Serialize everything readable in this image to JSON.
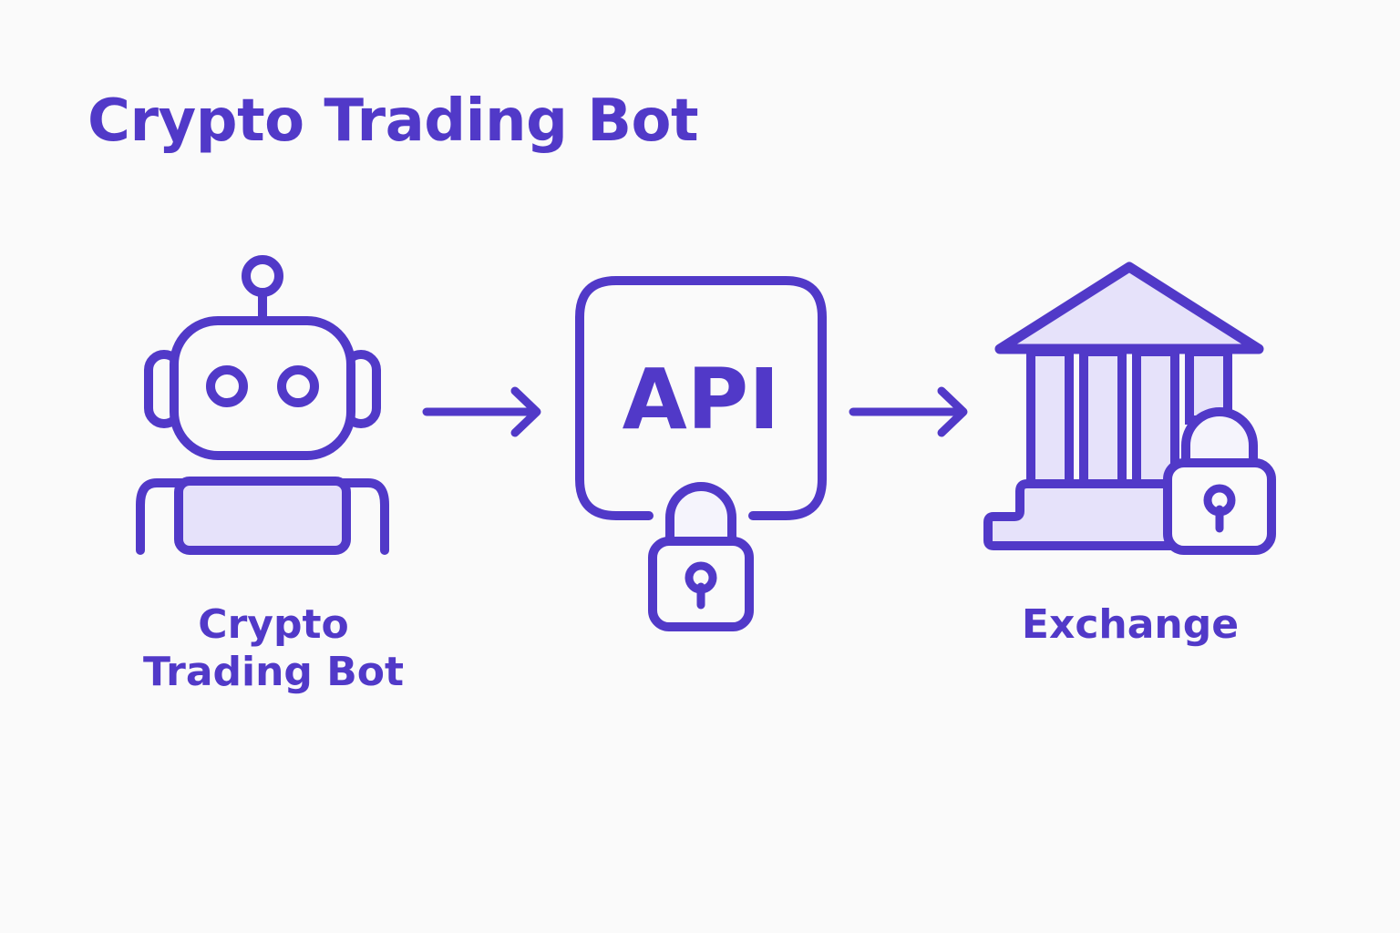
{
  "page": {
    "title": "Crypto Trading Bot",
    "background_color": "#fafafa"
  },
  "colors": {
    "accent": "#5139c8",
    "stroke": "#5139c8",
    "fill_light": "#e6e2fa",
    "fill_pale": "#f5f4fc",
    "background": "#fafafa"
  },
  "diagram": {
    "type": "flow",
    "direction": "left-to-right",
    "nodes": [
      {
        "id": "crypto-trading-bot",
        "icon": "robot-icon",
        "label": "Crypto\nTrading Bot",
        "label_line1": "Crypto",
        "label_line2": "Trading Bot"
      },
      {
        "id": "api",
        "icon": "api-box-with-lock-icon",
        "inner_text": "API",
        "label": ""
      },
      {
        "id": "exchange",
        "icon": "bank-with-lock-icon",
        "label": "Exchange"
      }
    ],
    "connectors": [
      {
        "id": "arrow-bot-to-api",
        "icon": "arrow-right-icon",
        "from": "crypto-trading-bot",
        "to": "api"
      },
      {
        "id": "arrow-api-to-exchange",
        "icon": "arrow-right-icon",
        "from": "api",
        "to": "exchange"
      }
    ]
  }
}
